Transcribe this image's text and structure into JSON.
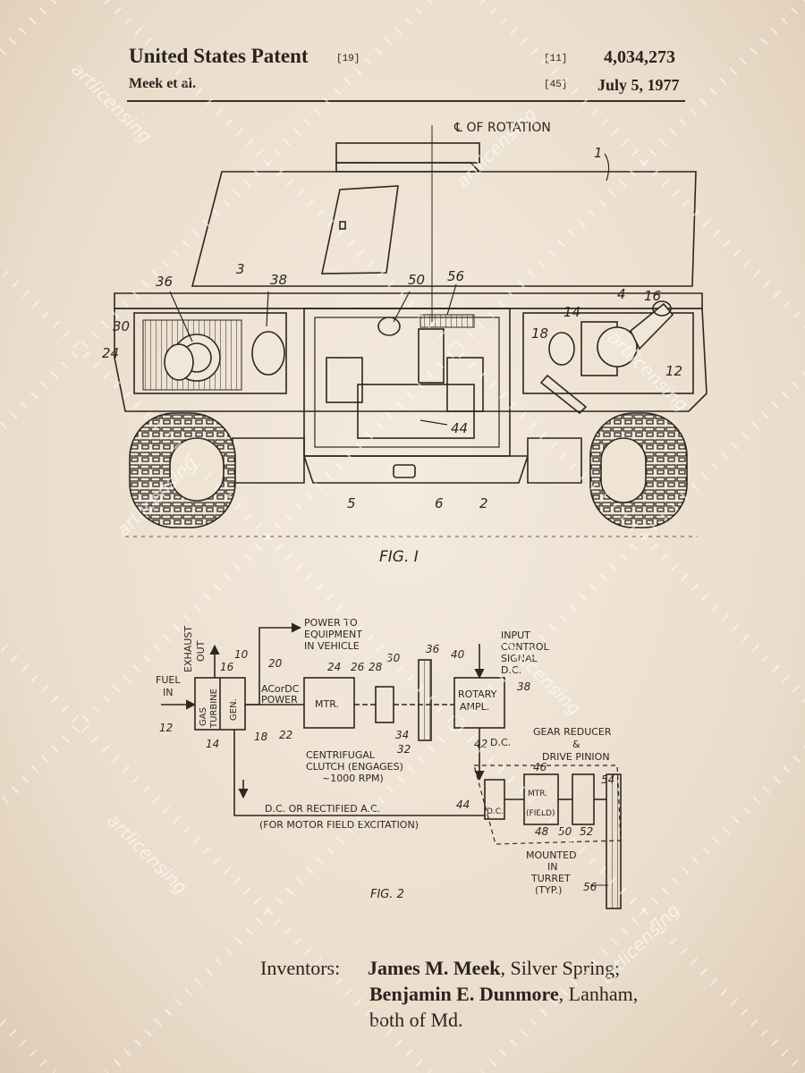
{
  "header": {
    "title": "United States Patent",
    "title_code": "[19]",
    "authors": "Meek et al.",
    "number_code": "[11]",
    "patent_number": "4,034,273",
    "date_code": "[45]",
    "date": "July 5, 1977"
  },
  "fig1": {
    "caption": "FIG. I",
    "centerline_label": "℄ OF ROTATION",
    "refs": [
      "1",
      "3",
      "36",
      "38",
      "50",
      "56",
      "4",
      "16",
      "30",
      "24",
      "14",
      "18",
      "12",
      "44",
      "5",
      "6",
      "2"
    ]
  },
  "fig2": {
    "caption": "FIG. 2",
    "labels": {
      "fuel_in_1": "FUEL",
      "fuel_in_2": "IN",
      "exhaust_1": "EXHAUST",
      "exhaust_2": "OUT",
      "power_1": "POWER TO",
      "power_2": "EQUIPMENT",
      "power_3": "IN VEHICLE",
      "input_1": "INPUT",
      "input_2": "CONTROL",
      "input_3": "SIGNAL",
      "input_dc": "D.C.",
      "gas_turbine_1": "GAS",
      "gas_turbine_2": "TURBINE",
      "gen": "GEN.",
      "ac_dc_1": "ACorDC",
      "ac_dc_2": "POWER",
      "mtr": "MTR.",
      "rotary_1": "ROTARY",
      "rotary_2": "AMPL.",
      "clutch_1": "CENTRIFUGAL",
      "clutch_2": "CLUTCH (ENGAGES)",
      "clutch_3": "~1000 RPM)",
      "dc_mid": "D.C.",
      "gear_1": "GEAR REDUCER",
      "gear_2": "&",
      "gear_3": "DRIVE PINION",
      "dc_rect": "D.C. OR RECTIFIED A.C.",
      "field_exc": "(FOR MOTOR FIELD EXCITATION)",
      "dc_box": "D.C.",
      "mtr_field_1": "MTR.",
      "mtr_field_2": "(FIELD)",
      "mounted_1": "MOUNTED",
      "mounted_2": "IN",
      "mounted_3": "TURRET",
      "mounted_4": "(TYP.)"
    },
    "refs": {
      "r10": "10",
      "r16": "16",
      "r20": "20",
      "r24": "24",
      "r26": "26",
      "r28": "28",
      "r30": "30",
      "r36": "36",
      "r40": "40",
      "r38": "38",
      "r12": "12",
      "r14": "14",
      "r18": "18",
      "r22": "22",
      "r34": "34",
      "r32": "32",
      "r42": "42",
      "r46": "46",
      "r54": "54",
      "r44": "44",
      "r48": "48",
      "r50": "50",
      "r52": "52",
      "r56": "56"
    }
  },
  "inventors": {
    "label": "Inventors:",
    "line1_name": "James M. Meek",
    "line1_place": ", Silver Spring;",
    "line2_name": "Benjamin E. Dunmore",
    "line2_place": ", Lanham,",
    "line3": "both of Md."
  },
  "watermark": "artlicensing",
  "colors": {
    "paper": "#efe3d2",
    "ink": "#2a231d",
    "watermark": "#ffffff"
  }
}
